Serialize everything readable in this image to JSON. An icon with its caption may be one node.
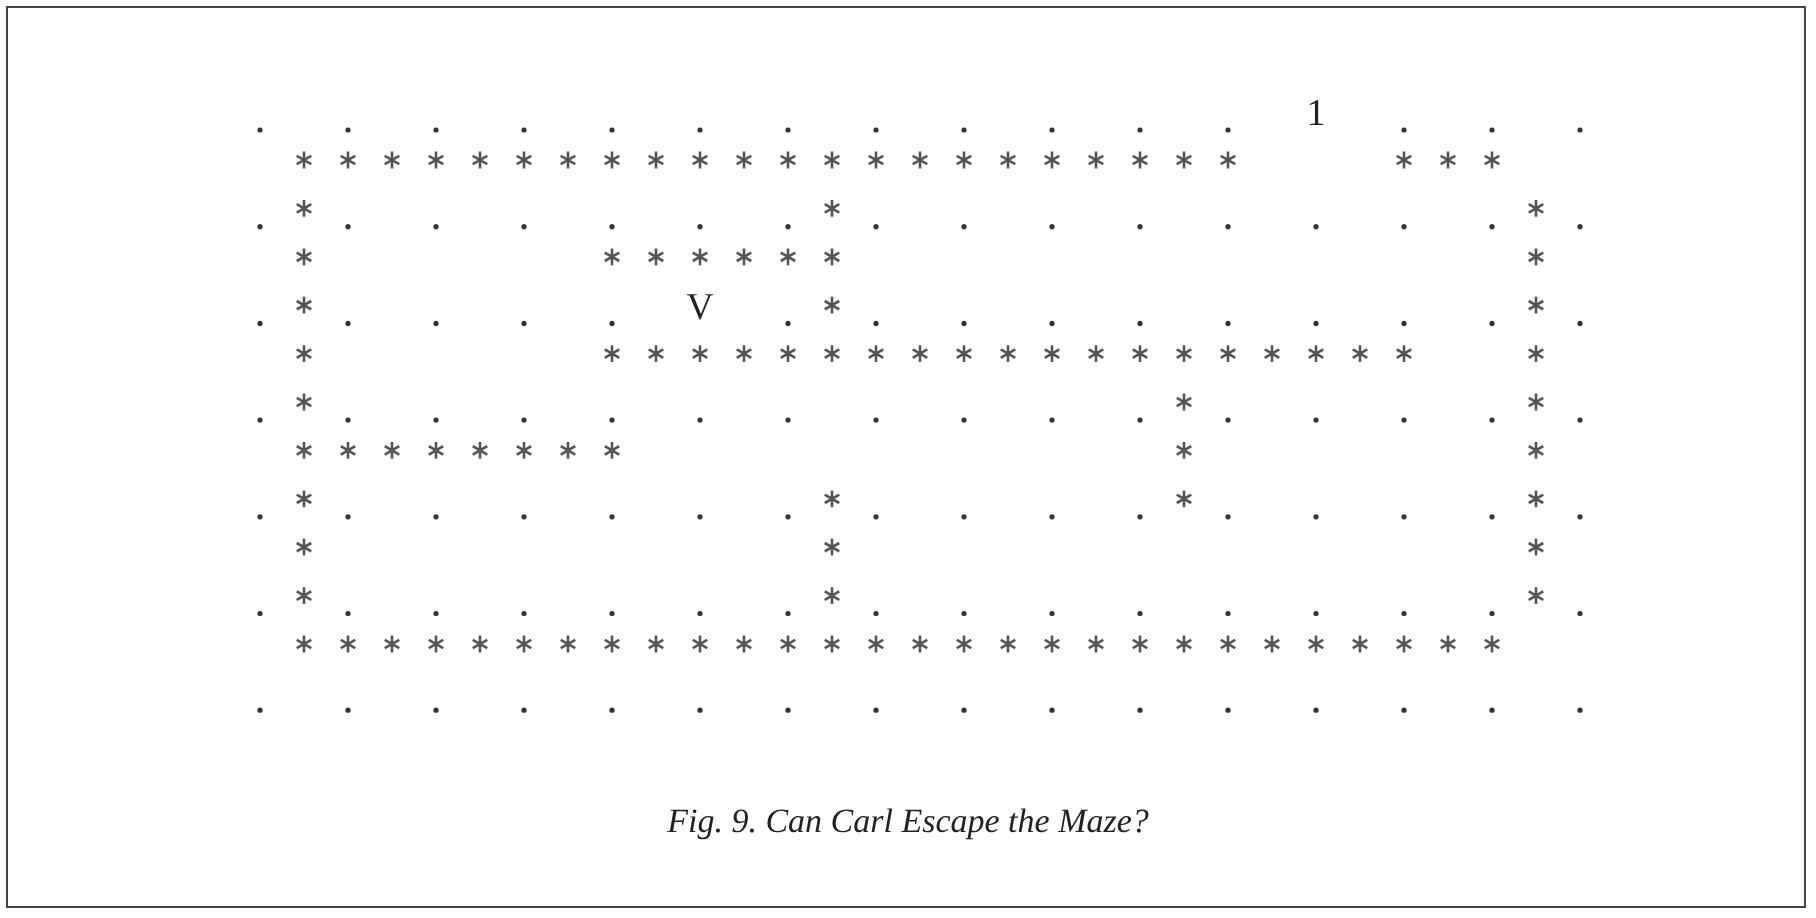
{
  "diagram": {
    "caption": "Fig. 9. Can Carl Escape the Maze?",
    "labels": [
      "1",
      "V"
    ]
  }
}
